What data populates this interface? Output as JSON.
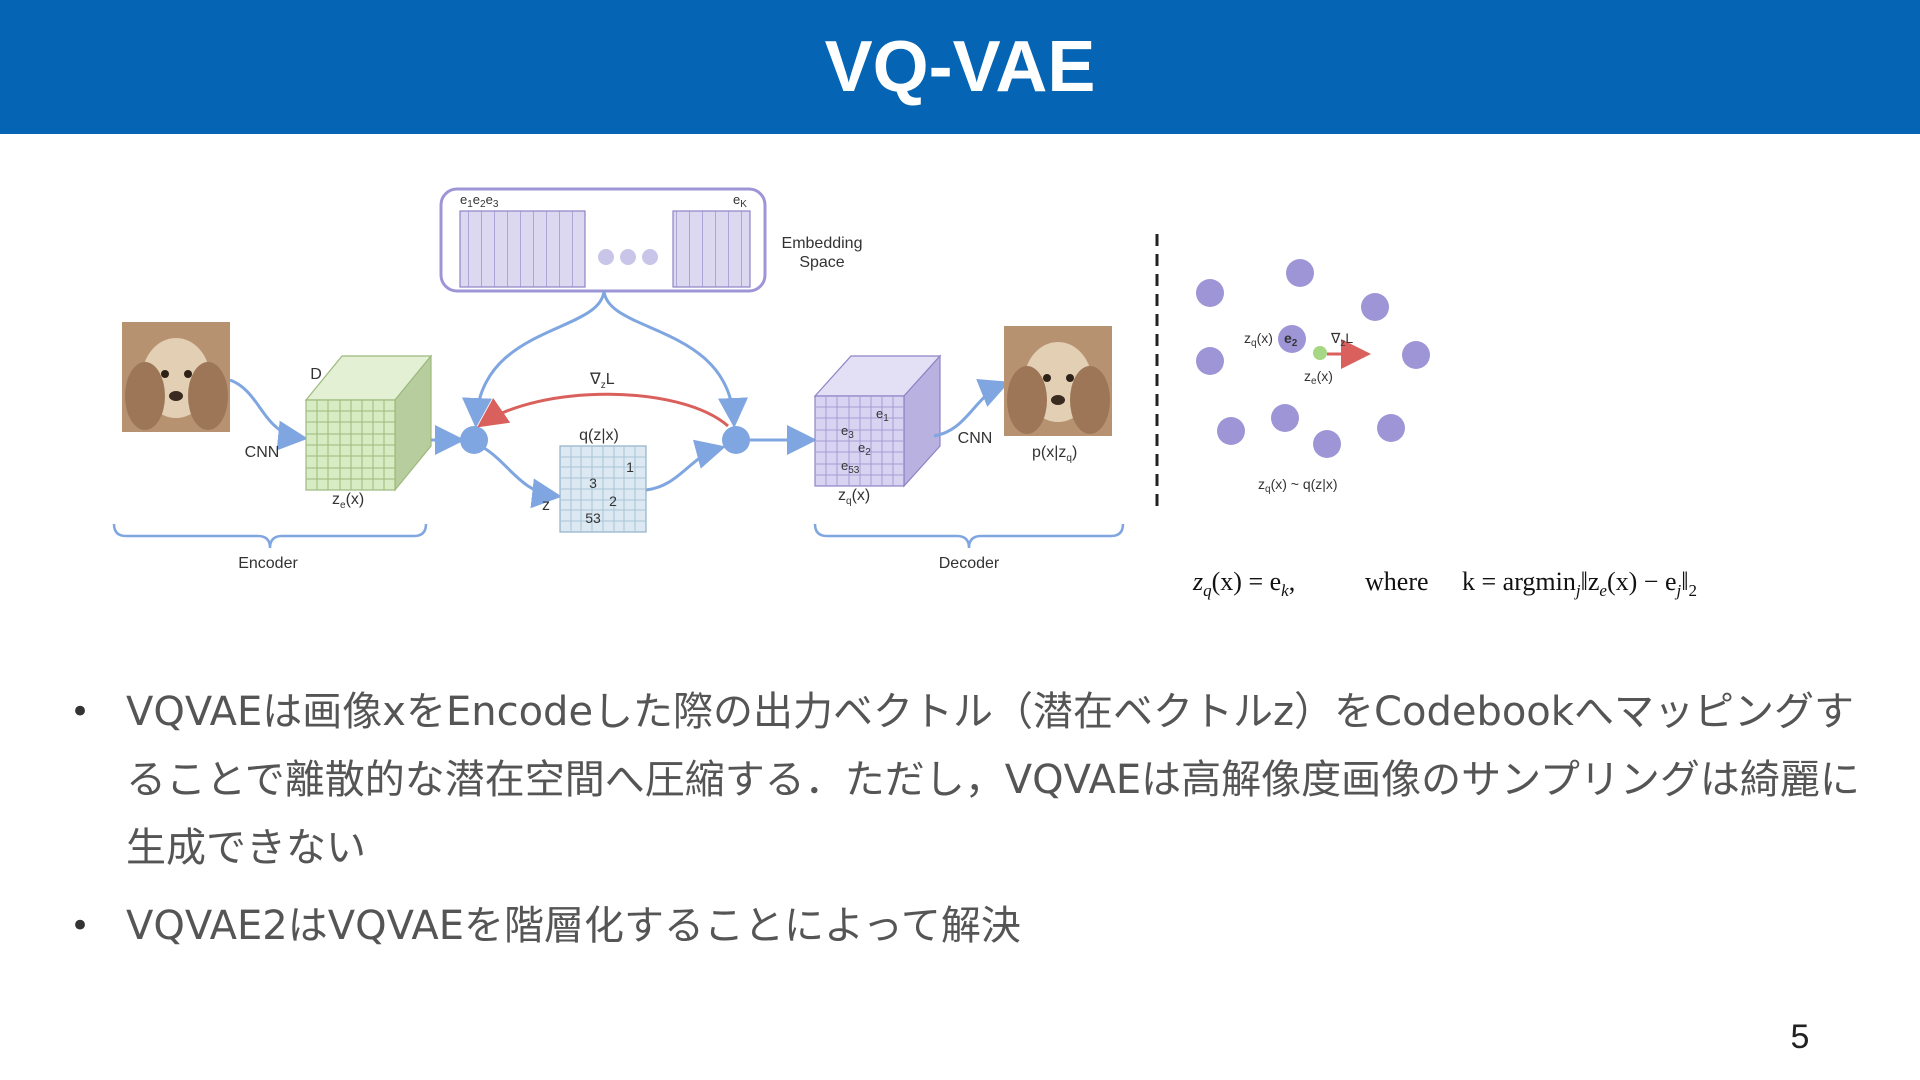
{
  "slide": {
    "title": "VQ-VAE",
    "page_number": "5"
  },
  "diagram": {
    "embedding": {
      "e1": "e",
      "e1_sub": "1",
      "e2": "e",
      "e2_sub": "2",
      "e3": "e",
      "e3_sub": "3",
      "ek": "e",
      "ek_sub": "K",
      "label_line1": "Embedding",
      "label_line2": "Space"
    },
    "encoder_cnn": "CNN",
    "decoder_cnn": "CNN",
    "d_label": "D",
    "ze": "z",
    "ze_sub": "e",
    "ze_arg": "(x)",
    "zq": "z",
    "zq_sub": "q",
    "zq_arg": "(x)",
    "grad": "∇",
    "grad_sub": "z",
    "grad_L": "L",
    "q_label": "q(z|x)",
    "z_label": "z",
    "grid_values": [
      "1",
      "3",
      "2",
      "53"
    ],
    "cube_labels": {
      "e1": "e",
      "e1_sub": "1",
      "e3": "e",
      "e3_sub": "3",
      "e2": "e",
      "e2_sub": "2",
      "e53": "e",
      "e53_sub": "53"
    },
    "px_label": "p(x|z",
    "px_sub": "q",
    "px_close": ")",
    "encoder": "Encoder",
    "decoder": "Decoder"
  },
  "right_panel": {
    "zq": "z",
    "zq_sub": "q",
    "zq_arg": "(x)",
    "e2": "e",
    "e2_sub": "2",
    "grad": "∇",
    "grad_sub": "z",
    "grad_L": "L",
    "ze": "z",
    "ze_sub": "e",
    "ze_arg": "(x)",
    "dist": "z",
    "dist_sub": "q",
    "dist_rest": "(x) ~ q(z|x)"
  },
  "formula": {
    "lhs": "z",
    "lhs_sub": "q",
    "lhs_arg": "(x) = e",
    "lhs_k": "k",
    "comma": ",",
    "where": "where",
    "k_eq": "k = argmin",
    "k_sub": "j",
    "norm": "‖z",
    "norm_sub": "e",
    "norm_rest": "(x) − e",
    "norm_j": "j",
    "norm_close": "‖",
    "norm_two": "2"
  },
  "bullets": [
    "VQVAEは画像xをEncodeした際の出力ベクトル（潜在ベクトルz）をCodebookへマッピングすることで離散的な潜在空間へ圧縮する．ただし，VQVAEは高解像度画像のサンプリングは綺麗に生成できない",
    "VQVAE2はVQVAEを階層化することによって解決"
  ],
  "colors": {
    "title_bg": "#0565b4",
    "arrow_blue": "#7fa6e0",
    "arrow_red": "#d9605c",
    "purple": "#9d95d6",
    "green": "#cfe6b8",
    "teal": "#c5dbe9"
  }
}
